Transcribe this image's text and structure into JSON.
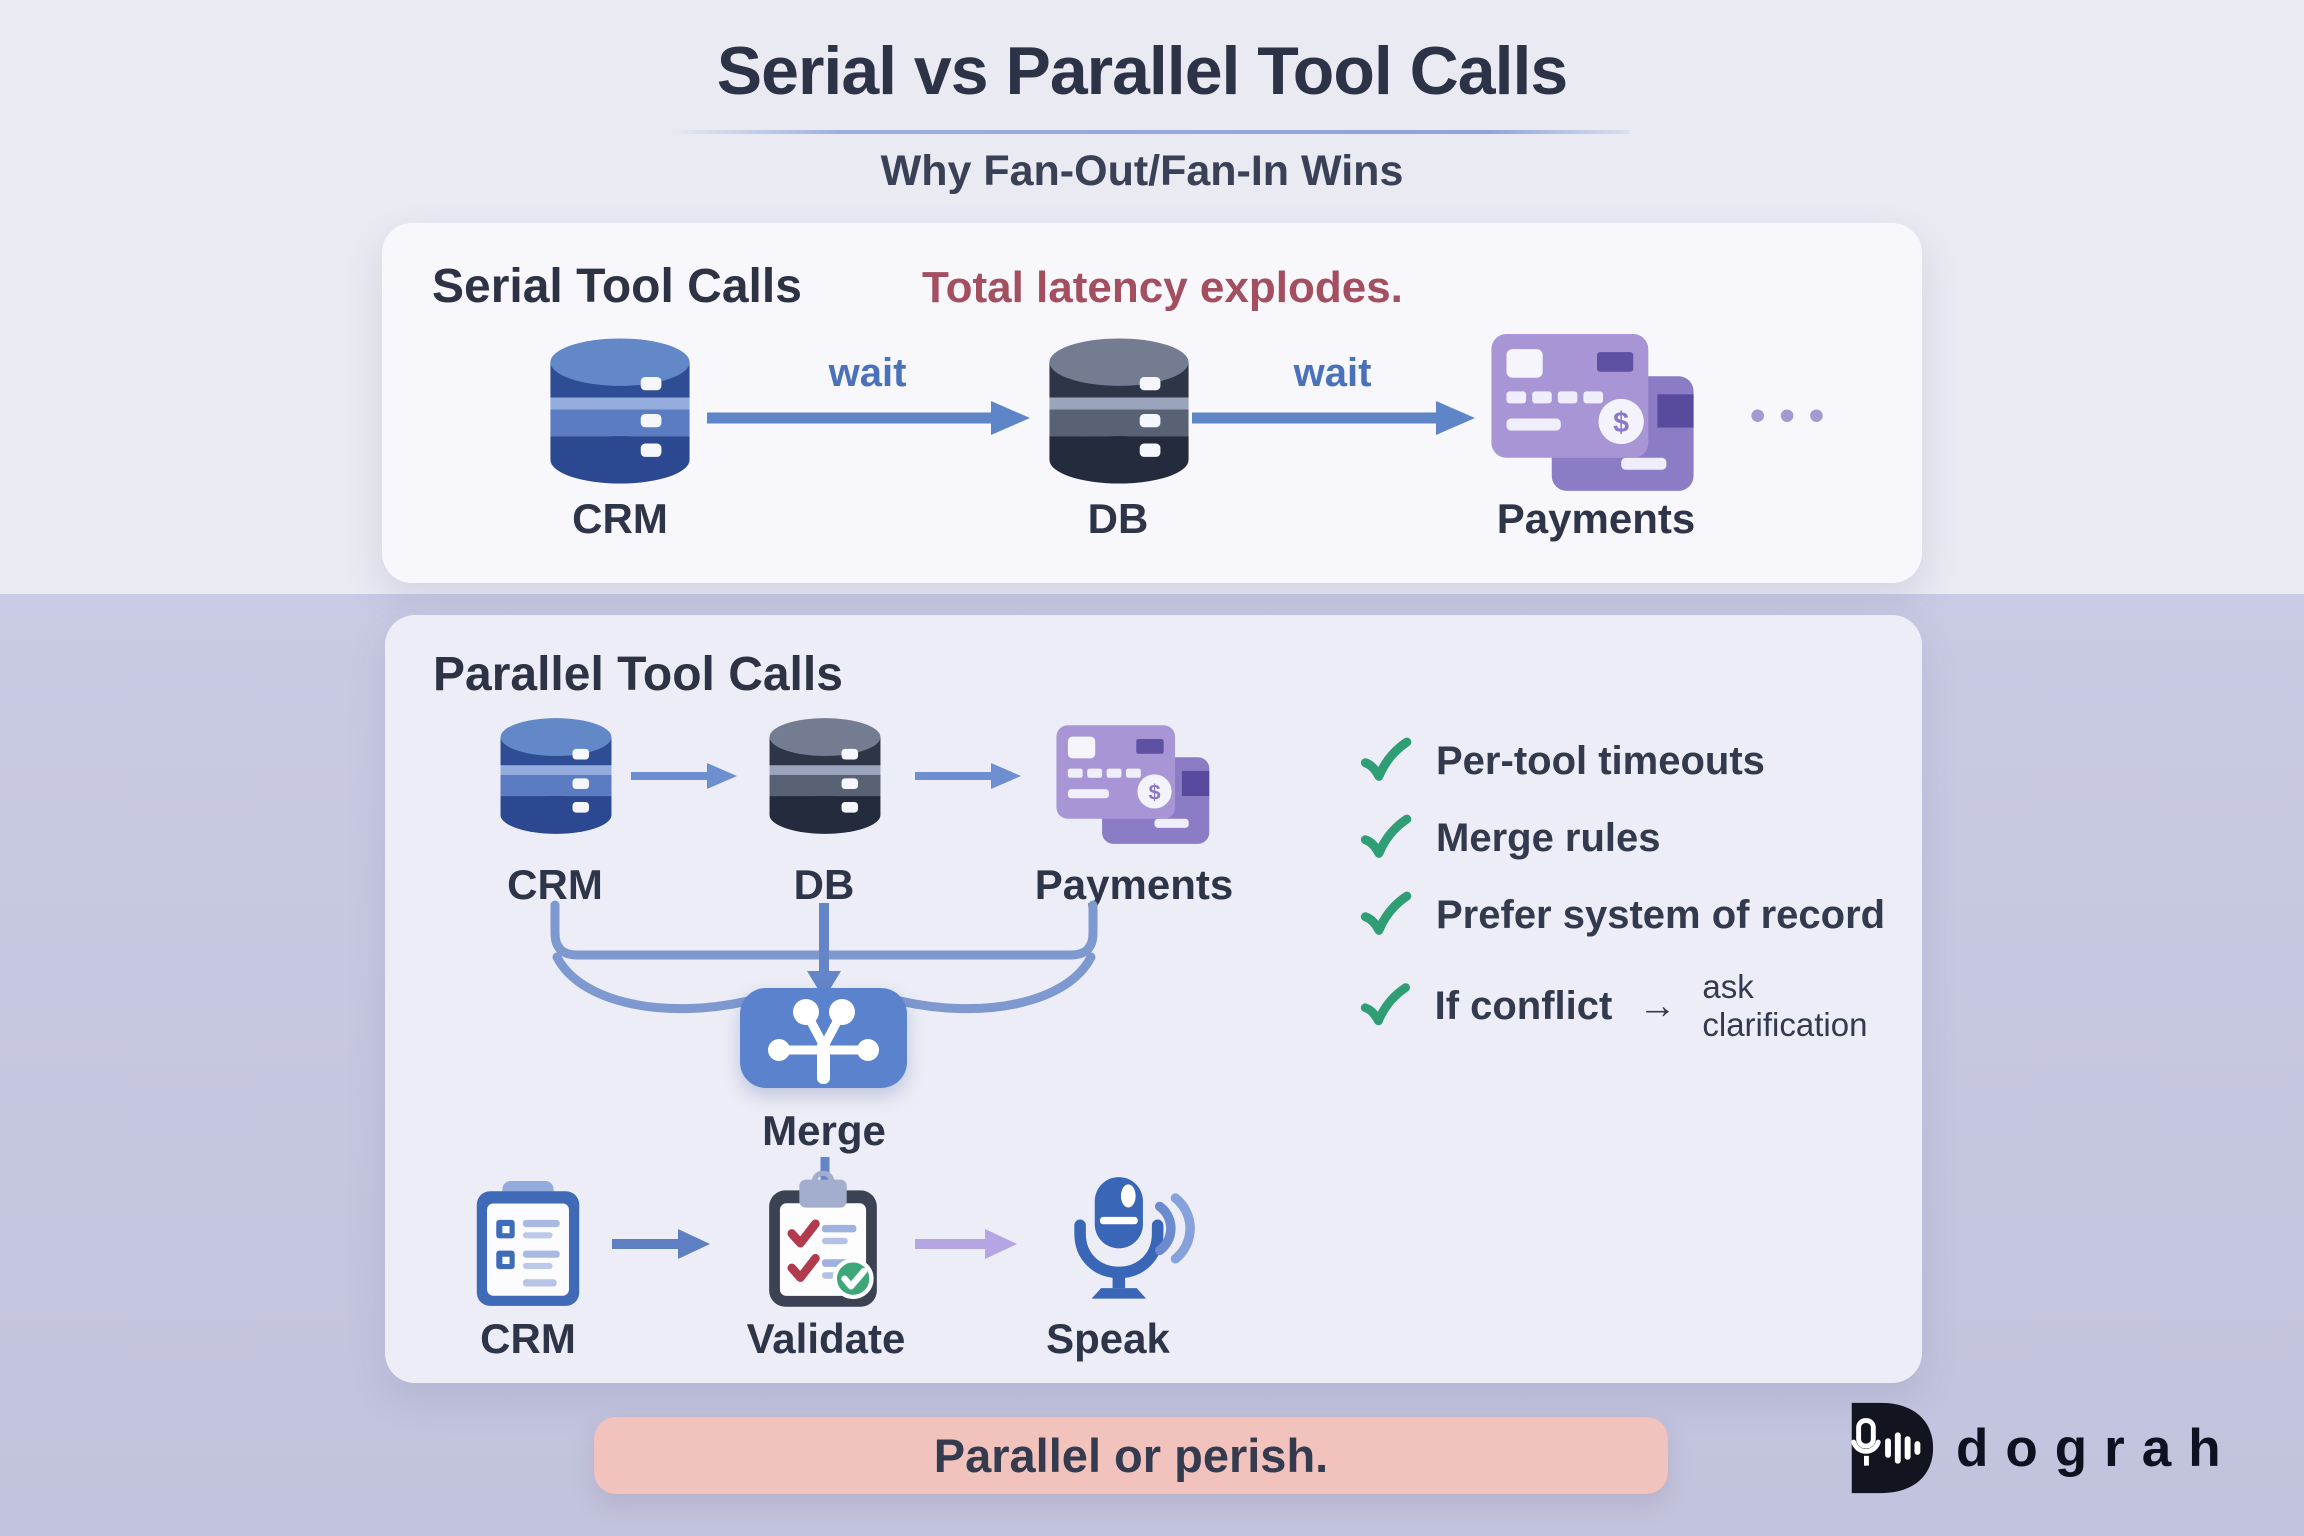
{
  "header": {
    "title": "Serial vs Parallel Tool Calls",
    "subtitle": "Why Fan-Out/Fan-In Wins"
  },
  "serial": {
    "heading": "Serial Tool Calls",
    "warning": "Total latency explodes.",
    "wait_label": "wait",
    "nodes": {
      "crm": "CRM",
      "db": "DB",
      "payments": "Payments"
    },
    "ellipsis": "•••"
  },
  "parallel": {
    "heading": "Parallel Tool Calls",
    "top_nodes": {
      "crm": "CRM",
      "db": "DB",
      "payments": "Payments"
    },
    "merge_label": "Merge",
    "bottom_nodes": {
      "crm": "CRM",
      "validate": "Validate",
      "speak": "Speak"
    },
    "checklist": [
      {
        "text": "Per-tool timeouts"
      },
      {
        "text": "Merge rules"
      },
      {
        "text": "Prefer system of record"
      },
      {
        "text": "If conflict",
        "arrow": "→",
        "suffix": "ask clarification"
      }
    ]
  },
  "footer": {
    "tagline": "Parallel or perish.",
    "brand": "dograh"
  },
  "colors": {
    "accent_blue": "#5b83c8",
    "accent_green": "#2f9e74",
    "warning_red": "#a44f60",
    "banner_pink": "#f2c3bd",
    "payments_purple": "#a795d6",
    "bg_top": "#e9eaf2",
    "bg_bottom": "#c5c6e1"
  }
}
